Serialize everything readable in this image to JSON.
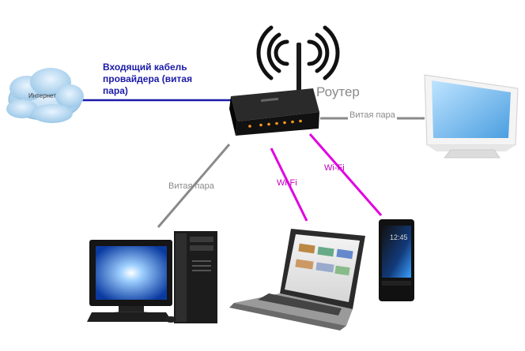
{
  "labels": {
    "cable": "Входящий кабель провайдера (витая пара)",
    "router": "Роутер",
    "internet": "Интернет",
    "twisted_pair_tv": "Витая пара",
    "twisted_pair_pc": "Витая пара",
    "wifi_laptop": "Wi-Fi",
    "wifi_phone": "Wi-Fi",
    "phone_time": "12:45"
  },
  "colors": {
    "cable_blue": "#1a1aa8",
    "twisted_pair_gray": "#8a8a8a",
    "wifi_magenta": "#e000e0"
  },
  "icons": [
    "wifi-signal-icon",
    "cloud-icon",
    "router-icon",
    "tv-icon",
    "desktop-pc-icon",
    "monitor-icon",
    "laptop-icon",
    "smartphone-icon"
  ]
}
